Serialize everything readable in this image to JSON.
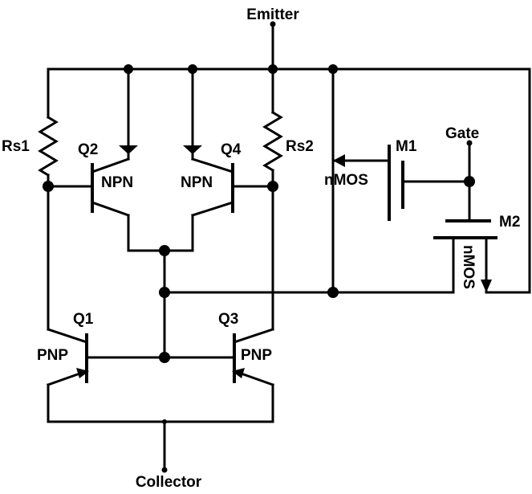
{
  "terminals": {
    "emitter": "Emitter",
    "collector": "Collector",
    "gate": "Gate"
  },
  "resistors": {
    "rs1": "Rs1",
    "rs2": "Rs2"
  },
  "transistors": {
    "q1": {
      "name": "Q1",
      "type": "PNP"
    },
    "q2": {
      "name": "Q2",
      "type": "NPN"
    },
    "q3": {
      "name": "Q3",
      "type": "PNP"
    },
    "q4": {
      "name": "Q4",
      "type": "NPN"
    },
    "m1": {
      "name": "M1",
      "type": "nMOS"
    },
    "m2": {
      "name": "M2",
      "type": "nMOS"
    }
  }
}
